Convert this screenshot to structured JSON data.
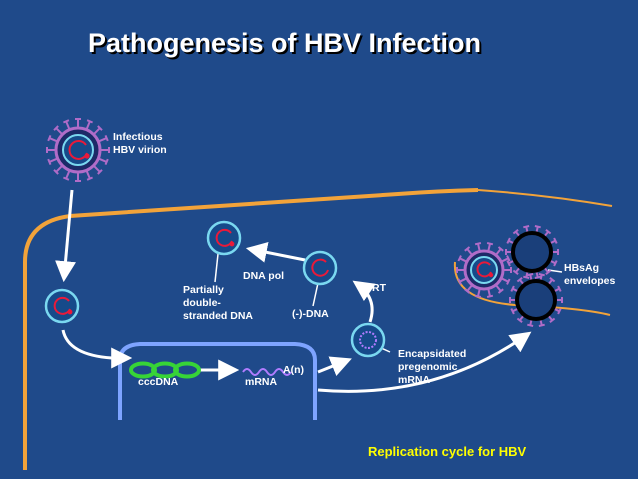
{
  "title": "Pathogenesis of HBV Infection",
  "labels": {
    "infectious_virion": "Infectious\nHBV virion",
    "dna_pol": "DNA pol",
    "partially_ds_dna": "Partially\ndouble-\nstranded DNA",
    "minus_dna": "(-)-DNA",
    "rt": "RT",
    "encapsidated": "Encapsidated\npregenomic\nmRNA",
    "hbsag": "HBsAg\nenvelopes",
    "cccdna": "cccDNA",
    "mrna": "mRNA",
    "polya": "A(n)"
  },
  "caption": "Replication cycle for HBV",
  "colors": {
    "background": "#1f4a8a",
    "cell_membrane": "#f2a33a",
    "nucleus_membrane": "#7ea4ff",
    "arrow": "#ffffff",
    "capsid_fill": "#164a8a",
    "capsid_ring": "#7ad8f0",
    "dna_red": "#e81a3a",
    "spike_purple": "#b06cc8",
    "cccdna_green": "#37d437",
    "mrna_purple": "#b07cff",
    "caption": "#ffff00"
  }
}
